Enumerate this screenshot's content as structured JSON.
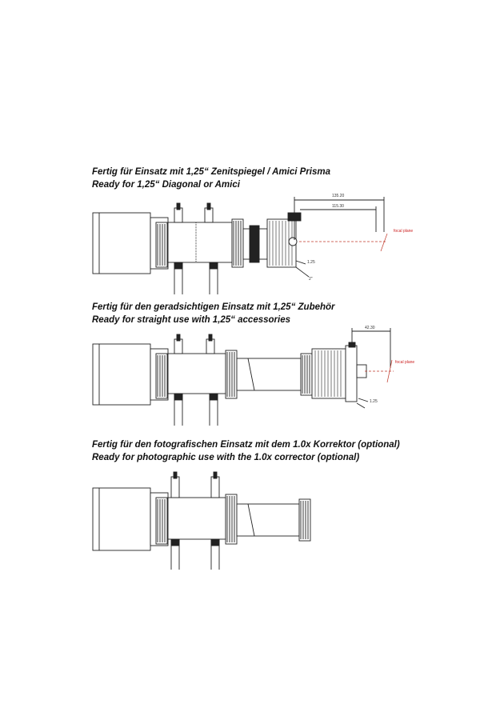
{
  "panels": [
    {
      "caption_de": "Fertig für Einsatz mit 1,25“ Zenitspiegel / Amici Prisma",
      "caption_en": "Ready for 1,25“ Diagonal or Amici",
      "dim_top": "135.20",
      "dim_mid": "115.30",
      "dim_small_a": "1.25",
      "dim_small_b": "2\"",
      "focal_note": "focal plane"
    },
    {
      "caption_de": "Fertig für den geradsichtigen Einsatz mit 1,25“ Zubehör",
      "caption_en": "Ready for straight use with 1,25“ accessories",
      "dim_top": "42.30",
      "dim_small_a": "1.25",
      "focal_note": "focal plane"
    },
    {
      "caption_de": "Fertig für den fotografischen Einsatz mit dem 1.0x Korrektor (optional)",
      "caption_en": "Ready for photographic use with the 1.0x corrector (optional)"
    }
  ],
  "colors": {
    "line": "#222222",
    "accent": "#c0392b"
  }
}
